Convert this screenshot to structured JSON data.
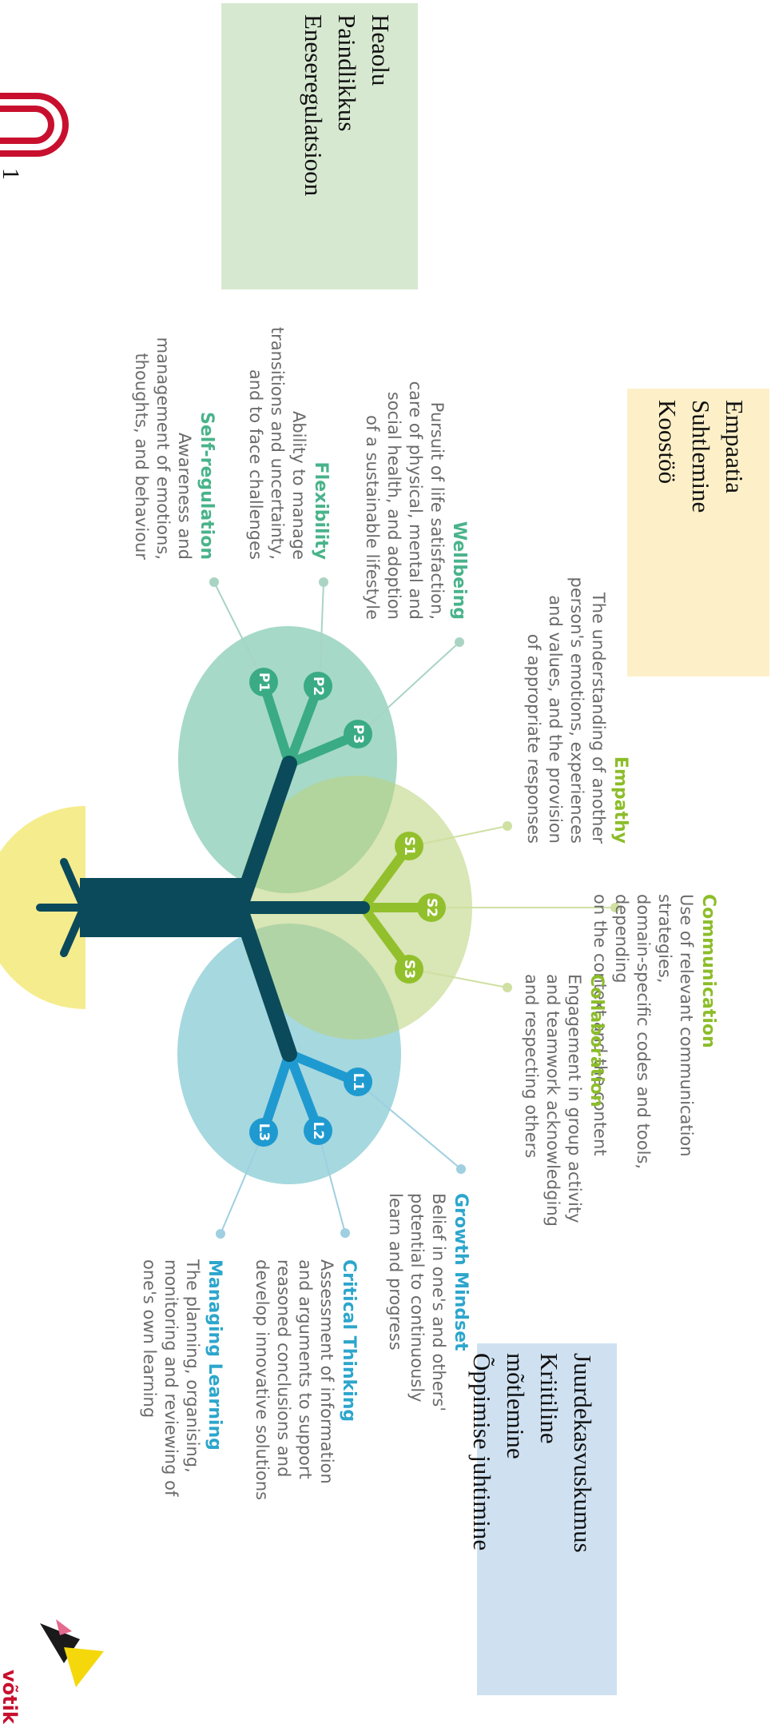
{
  "boxes": {
    "green": {
      "lines": "Heaolu\nPaindlikkus\nEneseregulatsioon",
      "color": "#d7e8d1"
    },
    "yellow": {
      "lines": "Empaatia\nSuhtlemine\nKoostöö",
      "color": "#fdf0c8"
    },
    "blue": {
      "lines": "Juurdekasvuskumus\nKriitiline mõtlemine\nÕppimise juhtimine",
      "color": "#cfe1f1"
    }
  },
  "page_number": "1",
  "skills": {
    "wellbeing": {
      "title": "Wellbeing",
      "desc": "Pursuit of life satisfaction,\ncare of physical, mental and\nsocial health, and adoption\nof a sustainable lifestyle"
    },
    "flexibility": {
      "title": "Flexibility",
      "desc": "Ability to manage\ntransitions and uncertainty,\nand to face challenges"
    },
    "self_regulation": {
      "title": "Self-regulation",
      "desc": "Awareness and\nmanagement of emotions,\nthoughts, and behaviour"
    },
    "empathy": {
      "title": "Empathy",
      "desc": "The understanding of another\nperson's emotions, experiences\nand values, and the provision\nof appropriate responses"
    },
    "communication": {
      "title": "Communication",
      "desc": "Use of relevant communication strategies,\ndomain-specific codes and tools, depending\non the context and the content"
    },
    "collaboration": {
      "title": "Collaboration",
      "desc": "Engagement in group activity\nand teamwork acknowledging\nand respecting others"
    },
    "growth_mindset": {
      "title": "Growth Mindset",
      "desc": "Belief in one's and others'\npotential to continuously\nlearn and progress"
    },
    "critical_thinking": {
      "title": "Critical Thinking",
      "desc": "Assessment of information\nand arguments to support\nreasoned conclusions and\ndevelop innovative solutions"
    },
    "managing_learning": {
      "title": "Managing Learning",
      "desc": "The planning, organising,\nmonitoring and reviewing of\none's own learning"
    }
  },
  "nodes": {
    "p1": "P1",
    "p2": "P2",
    "p3": "P3",
    "s1": "S1",
    "s2": "S2",
    "s3": "S3",
    "l1": "L1",
    "l2": "L2",
    "l3": "L3"
  },
  "logo_text": "võtik",
  "colors": {
    "trunk": "#0b4a5a",
    "personal": "#3aab85",
    "social": "#92c02c",
    "learning": "#1f9ad0",
    "personal_leaf": "#aad5c2",
    "social_leaf": "#d7e3b3",
    "learning_leaf": "#a9d8dc",
    "sun": "#f5ec8e"
  },
  "icons": {
    "brand_logo": "red-horseshoe-logo",
    "partner_logo": "bird-logo"
  }
}
